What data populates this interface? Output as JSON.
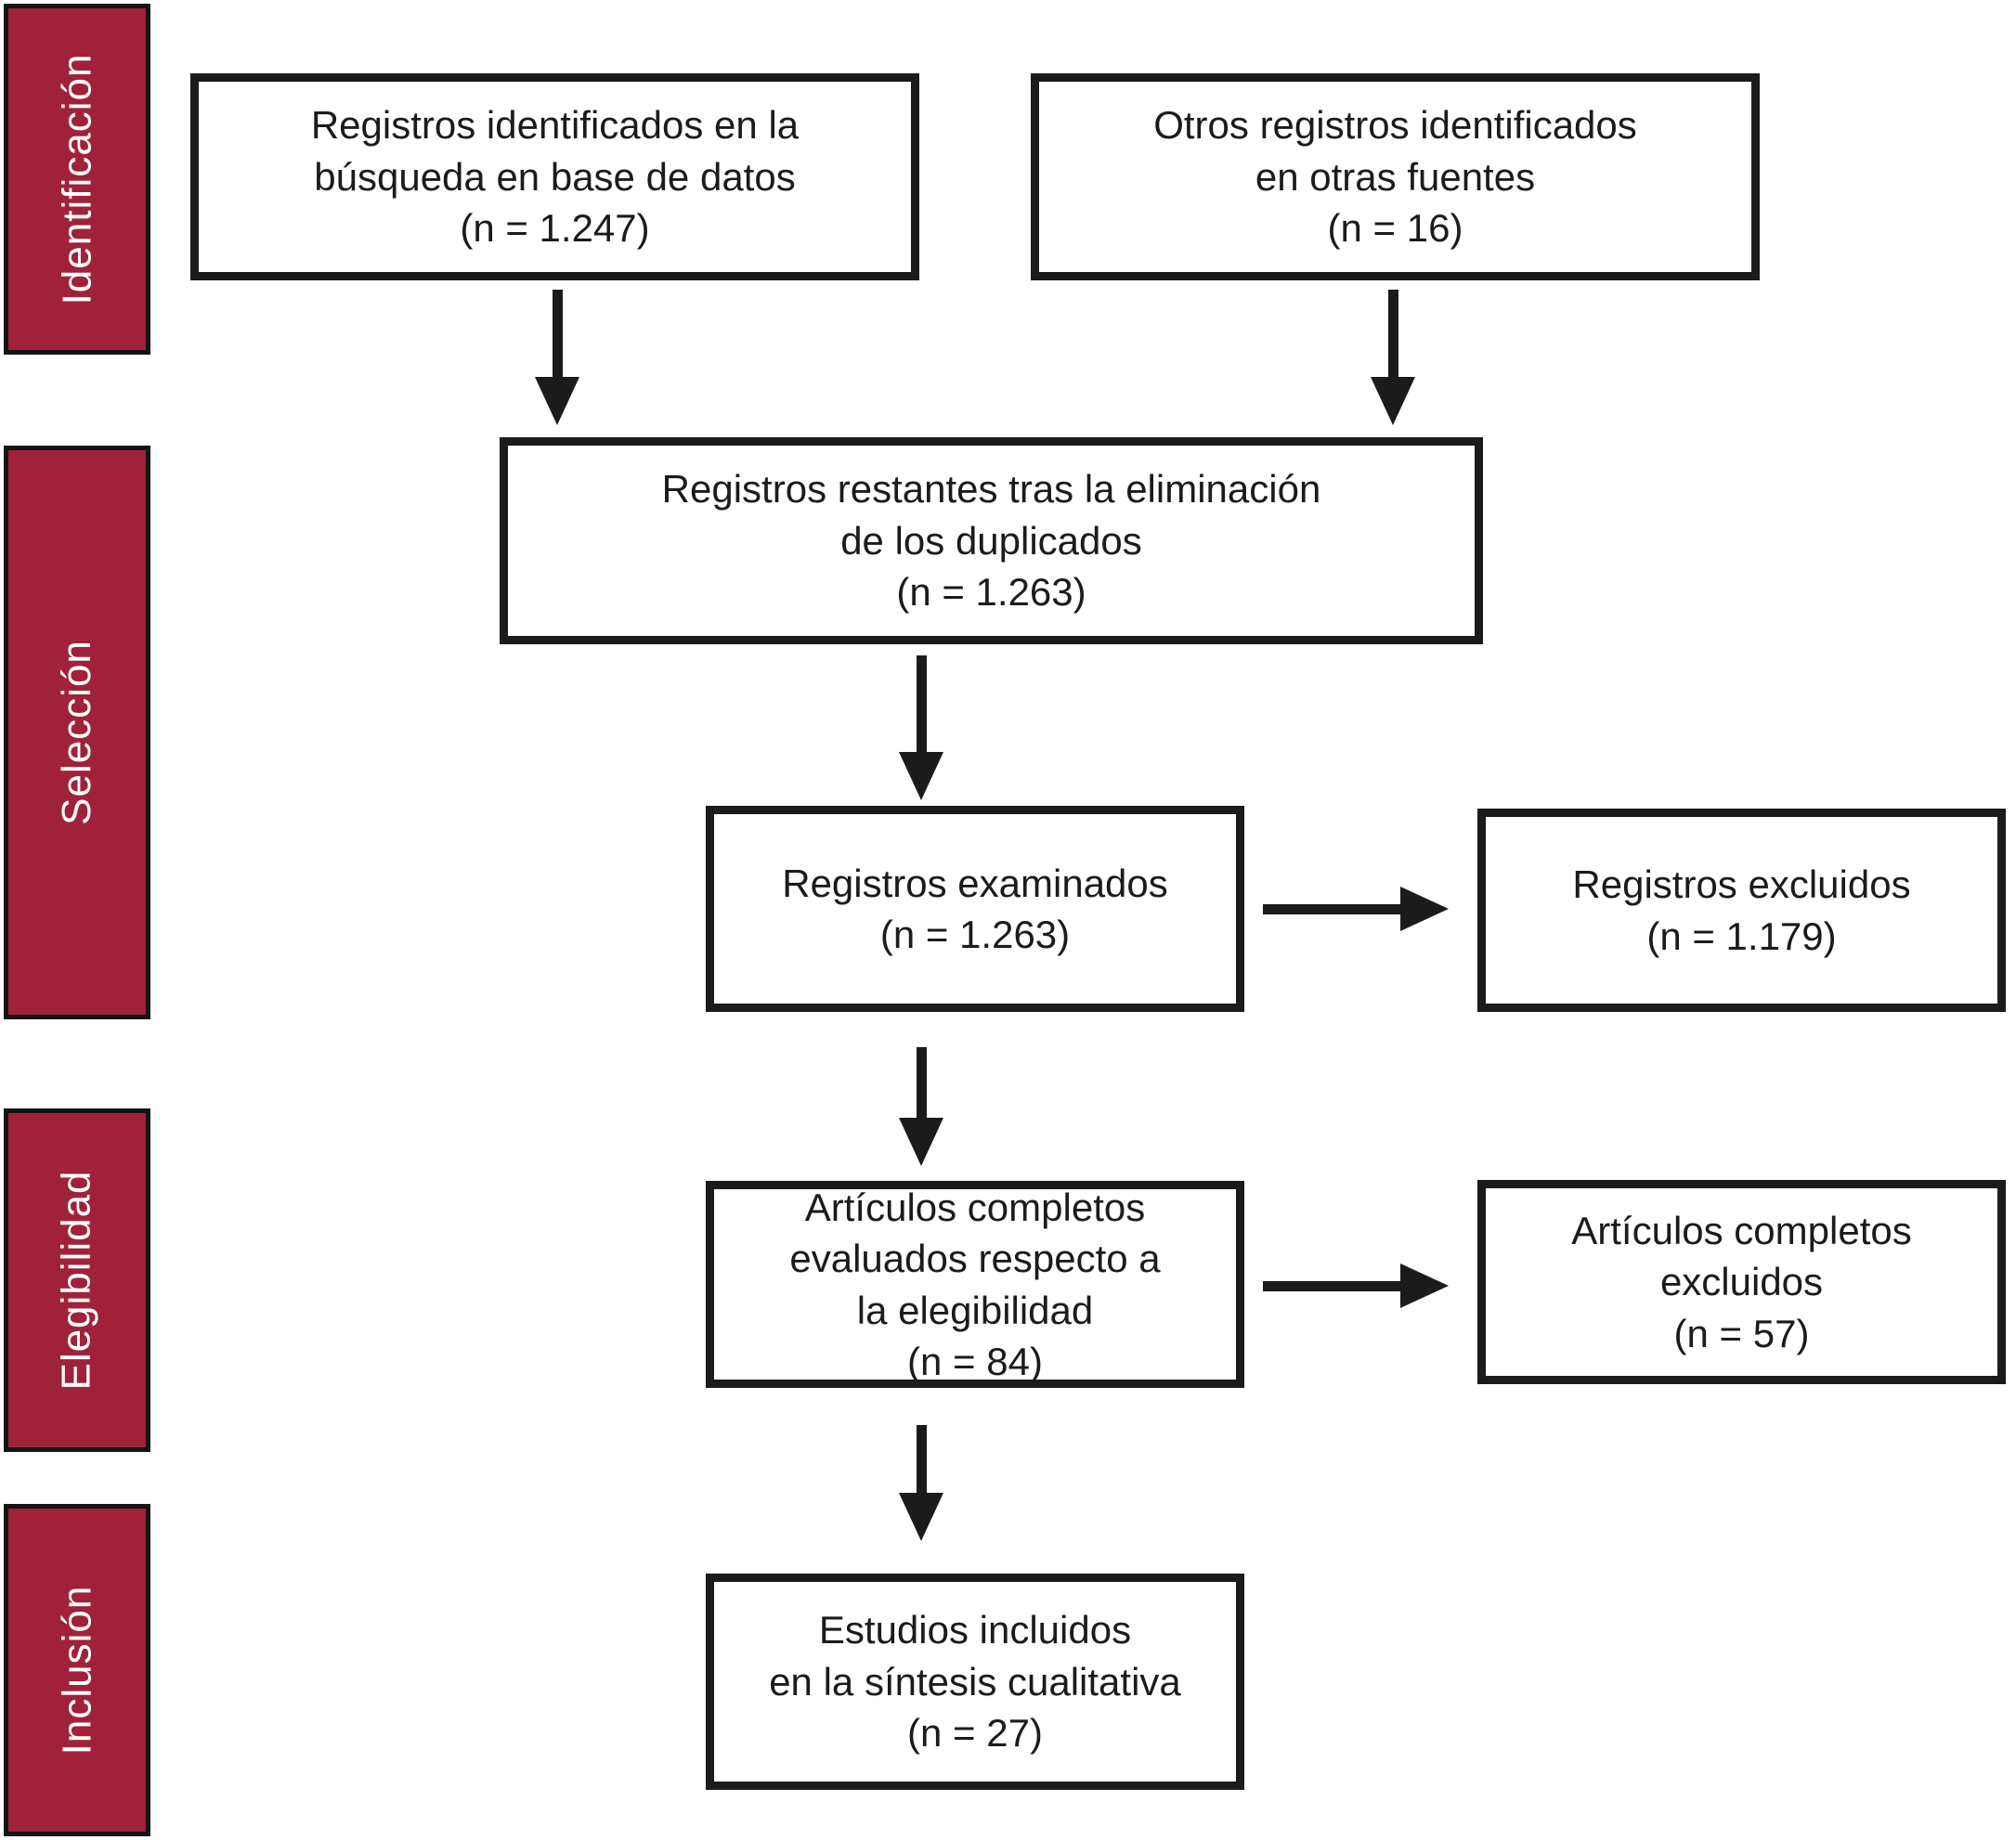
{
  "figure": {
    "type": "prisma-flow-diagram",
    "language": "es"
  },
  "colors": {
    "stage_fill": "#A02239",
    "stage_text": "#FFFFFF",
    "box_background": "#FFFFFF",
    "box_border": "#1B1B1B",
    "box_text": "#1B1B1B",
    "background": "#FFFFFF"
  },
  "stages": [
    {
      "label": "Identificación"
    },
    {
      "label": "Selección"
    },
    {
      "label": "Elegibilidad"
    },
    {
      "label": "Inclusión"
    }
  ],
  "boxes": {
    "identified_db": {
      "text": "Registros identificados en la\nbúsqueda en base de datos\n(n = 1.247)"
    },
    "identified_other": {
      "text": "Otros registros identificados\nen otras fuentes\n(n = 16)"
    },
    "after_duplicates": {
      "text": "Registros restantes tras la eliminación\nde los duplicados\n(n = 1.263)"
    },
    "screened": {
      "text": "Registros examinados\n(n = 1.263)"
    },
    "records_excluded": {
      "text": "Registros excluidos\n(n = 1.179)"
    },
    "fulltext_assessed": {
      "text": "Artículos completos\nevaluados respecto a\nla elegibilidad\n(n = 84)"
    },
    "fulltext_excluded": {
      "text": "Artículos completos\nexcluidos\n(n = 57)"
    },
    "included_qualitative": {
      "text": "Estudios incluidos\nen la síntesis cualitativa\n(n = 27)"
    }
  }
}
